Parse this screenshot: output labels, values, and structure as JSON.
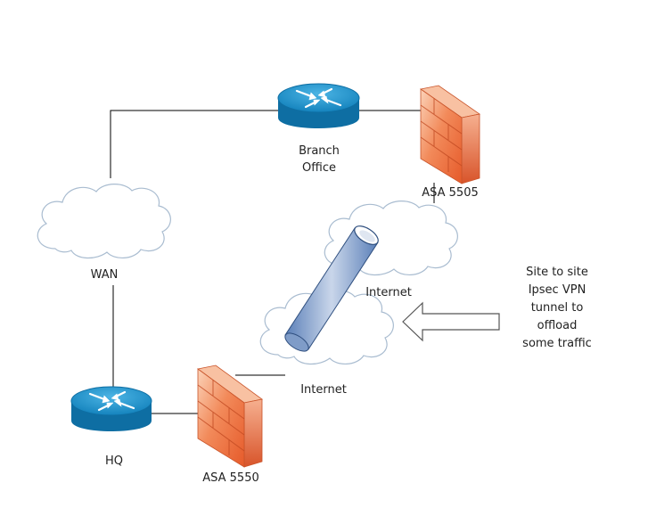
{
  "nodes": {
    "branch_router": {
      "label": "Branch\nOffice",
      "icon": "router-icon"
    },
    "hq_router": {
      "label": "HQ",
      "icon": "router-icon"
    },
    "asa_branch": {
      "label": "ASA 5505",
      "icon": "firewall-icon"
    },
    "asa_hq": {
      "label": "ASA 5550",
      "icon": "firewall-icon"
    },
    "wan_cloud": {
      "label": "WAN",
      "icon": "cloud-icon"
    },
    "internet_cloud_top": {
      "label": "Internet",
      "icon": "cloud-icon"
    },
    "internet_cloud_bottom": {
      "label": "Internet",
      "icon": "cloud-icon"
    },
    "vpn_tunnel": {
      "icon": "tunnel-icon"
    }
  },
  "annotation": {
    "text": "Site to site\nIpsec VPN\ntunnel to\noffload\nsome traffic",
    "icon": "arrow-left-icon"
  },
  "colors": {
    "router_fill": "#1b8ec5",
    "firewall_fill": "#f07040",
    "tunnel_fill": "#9fb5d6",
    "line": "#000000"
  }
}
